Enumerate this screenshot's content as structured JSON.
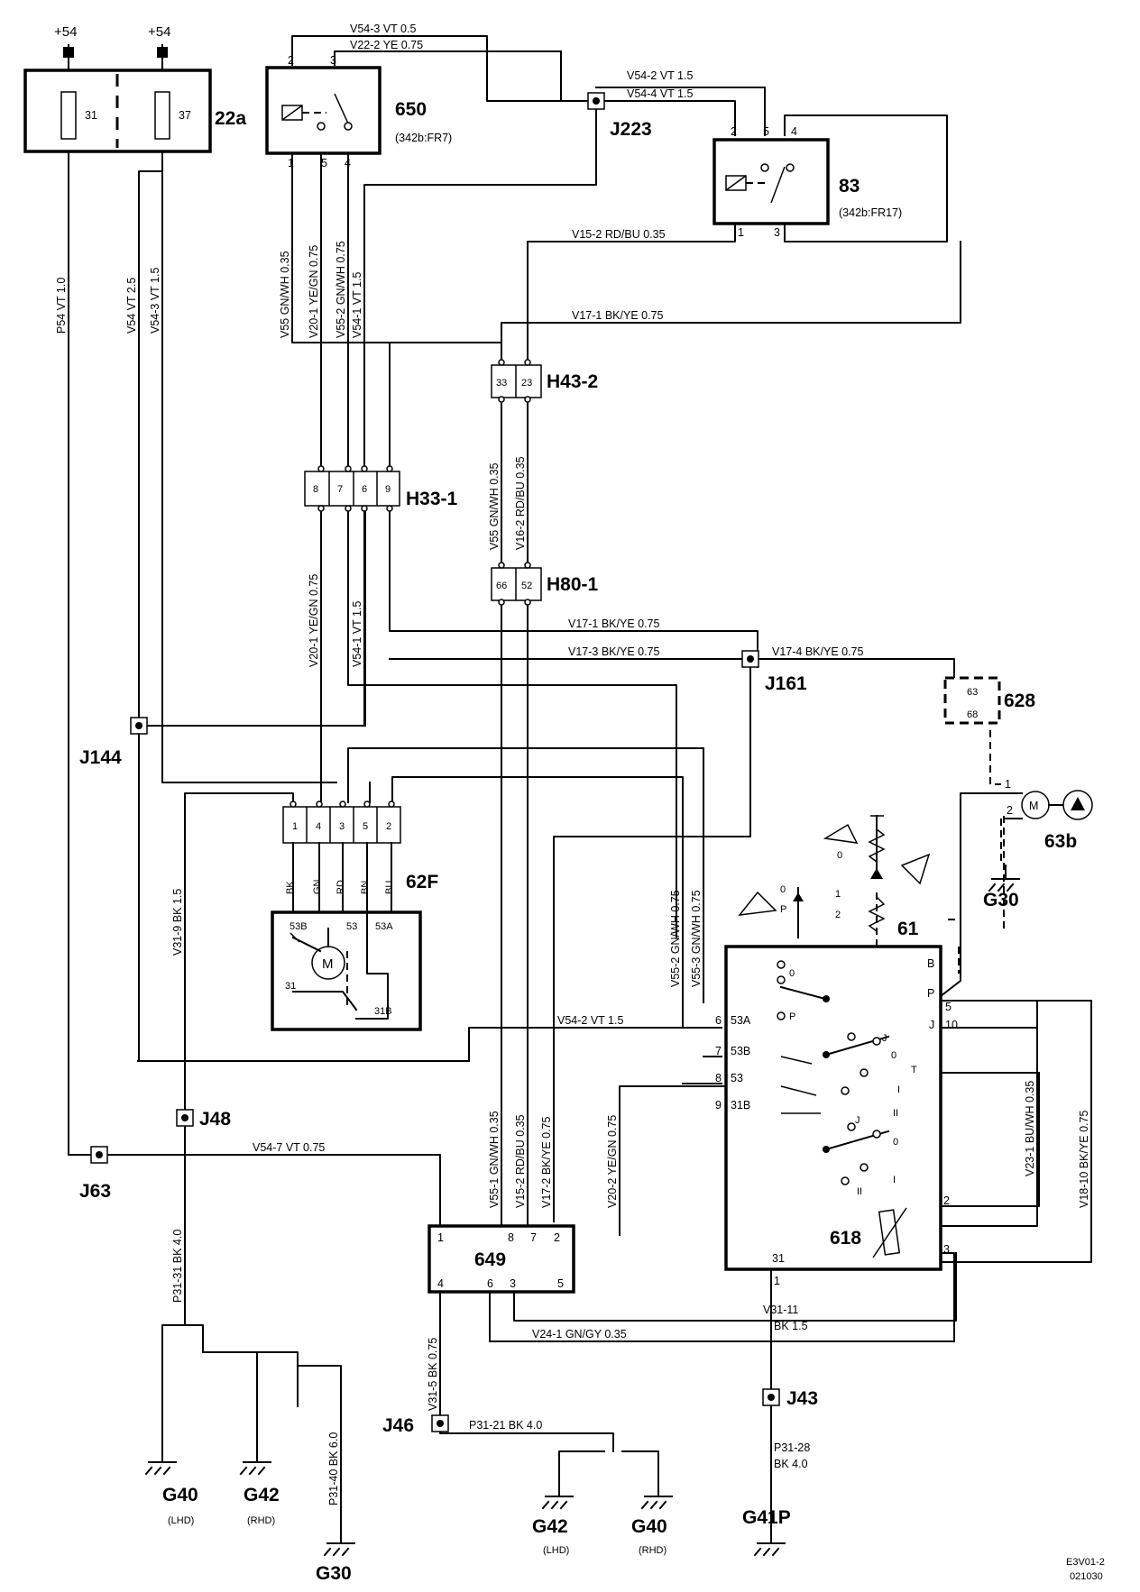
{
  "supply": {
    "left_label": "+54",
    "right_label": "+54"
  },
  "fusebox": {
    "id": "22a",
    "fuse_a": "31",
    "fuse_b": "37"
  },
  "relay650": {
    "id": "650",
    "ref": "(342b:FR7)",
    "p2": "2",
    "p3": "3",
    "p1": "1",
    "p5": "5",
    "p4": "4"
  },
  "relay83": {
    "id": "83",
    "ref": "(342b:FR17)",
    "p2": "2",
    "p5": "5",
    "p4": "4",
    "p1": "1",
    "p3": "3"
  },
  "splices": {
    "j223": "J223",
    "j161": "J161",
    "j144": "J144",
    "j63": "J63",
    "j48": "J48",
    "j46": "J46",
    "j43": "J43"
  },
  "connectors": {
    "h43": {
      "id": "H43-2",
      "pins": [
        "33",
        "23"
      ]
    },
    "h33": {
      "id": "H33-1",
      "pins": [
        "8",
        "7",
        "6",
        "9"
      ]
    },
    "h80": {
      "id": "H80-1",
      "pins": [
        "66",
        "52"
      ]
    },
    "c628": {
      "id": "628",
      "top": "63",
      "bottom": "68"
    },
    "c62f": {
      "pins": [
        "1",
        "4",
        "3",
        "5",
        "2"
      ]
    }
  },
  "motor62f": {
    "id": "62F",
    "motor": "M",
    "colors": [
      "BK",
      "GN",
      "RD",
      "BN",
      "BU"
    ],
    "terms": [
      "53B",
      "53",
      "53A",
      "31",
      "31B"
    ]
  },
  "pump63b": {
    "id": "63b",
    "motor": "M",
    "p1": "1",
    "p2": "2"
  },
  "switch61": {
    "id": "61",
    "terms": [
      "B",
      "P",
      "5",
      "J",
      "10",
      "6",
      "53A",
      "7",
      "53B",
      "8",
      "53",
      "9",
      "31B",
      "2",
      "3",
      "31",
      "1"
    ],
    "inner": [
      "0",
      "P",
      "J",
      "0",
      "T",
      "I",
      "II",
      "J",
      "0",
      "I",
      "II"
    ],
    "sym": [
      "0",
      "1",
      "2",
      "0",
      "P"
    ]
  },
  "module649": {
    "id": "649",
    "pins_top": [
      "1",
      "8",
      "7",
      "2"
    ],
    "pins_bottom": [
      "4",
      "6",
      "3",
      "5"
    ]
  },
  "rheostat618": {
    "id": "618"
  },
  "grounds": {
    "g40a": "G40",
    "g40a_sub": "(LHD)",
    "g42a": "G42",
    "g42a_sub": "(RHD)",
    "g30a": "G30",
    "g30b": "G30",
    "g42b": "G42",
    "g42b_sub": "(LHD)",
    "g40b": "G40",
    "g40b_sub": "(RHD)",
    "g41p": "G41P"
  },
  "wires": {
    "v54_3_top": "V54-3   VT   0.5",
    "v22_2": "V22-2   YE   0.75",
    "v54_2_top": "V54-2   VT   1.5",
    "v54_4": "V54-4   VT   1.5",
    "v15_2_top": "V15-2   RD/BU   0.35",
    "v17_1_top": "V17-1   BK/YE   0.75",
    "v17_1_mid": "V17-1  BK/YE  0.75",
    "v17_3": "V17-3   BK/YE   0.75",
    "v17_4": "V17-4   BK/YE   0.75",
    "v54_2_mid": "V54-2    VT        1.5",
    "v54_7": "V54-7    VT   0.75",
    "v24_1": "V24-1   GN/GY   0.35",
    "p31_21": "P31-21  BK  4.0",
    "p54": "P54   VT   1.0",
    "v54_left": "V54   VT   2.5",
    "v54_3_left": "V54-3   VT   1.5",
    "v55_top": "V55   GN/WH   0.35",
    "v20_1_top": "V20-1   YE/GN   0.75",
    "v55_2_top": "V55-2   GN/WH   0.75",
    "v54_1_top": "V54-1   VT   1.5",
    "v55_h43": "V55   GN/WH   0.35",
    "v16_2": "V16-2   RD/BU   0.35",
    "v20_1_mid": "V20-1   YE/GN   0.75",
    "v54_1_mid": "V54-1   VT   1.5",
    "v31_9": "V31-9   BK   1.5",
    "p31_31": "P31-31   BK   4.0",
    "p31_40": "P31-40   BK   6.0",
    "v55_2_mid": "V55-2   GN/WH   0.75",
    "v55_3": "V55-3   GN/WH   0.75",
    "v55_1": "V55-1   GN/WH   0.35",
    "v15_2_low": "V15-2   RD/BU   0.35",
    "v17_2": "V17-2   BK/YE   0.75",
    "v20_2": "V20-2   YE/GN   0.75",
    "v31_5": "V31-5   BK   0.75",
    "v23_1": "V23-1   BU/WH   0.35",
    "v18_10": "V18-10   BK/YE   0.75",
    "v31_11_a": "V31-11",
    "v31_11_b": "BK   1.5",
    "p31_28_a": "P31-28",
    "p31_28_b": "BK   4.0"
  },
  "stamp": {
    "line1": "E3V01-2",
    "line2": "021030"
  }
}
